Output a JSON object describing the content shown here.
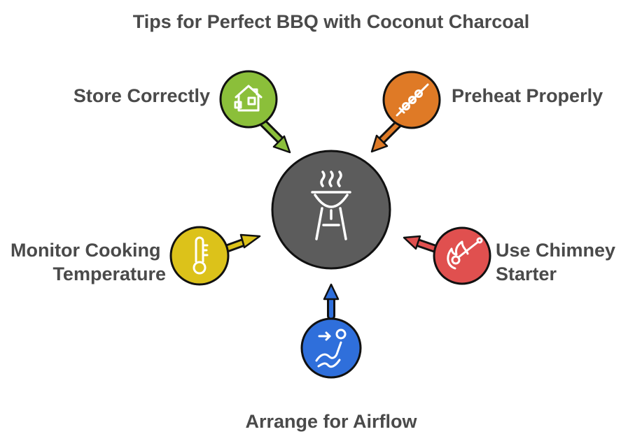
{
  "title": "Tips for Perfect BBQ with Coconut Charcoal",
  "center": {
    "icon": "grill-icon",
    "color": "#5c5c5c"
  },
  "tips": [
    {
      "id": "store",
      "label_lines": [
        "Store Correctly"
      ],
      "icon": "house-icon",
      "color": "#8bbf3a"
    },
    {
      "id": "preheat",
      "label_lines": [
        "Preheat Properly"
      ],
      "icon": "skewer-icon",
      "color": "#df7a26"
    },
    {
      "id": "monitor",
      "label_lines": [
        "Monitor Cooking",
        "Temperature"
      ],
      "icon": "thermometer-icon",
      "color": "#dcc21a"
    },
    {
      "id": "chimney",
      "label_lines": [
        "Use Chimney",
        "Starter"
      ],
      "icon": "fire-match-icon",
      "color": "#e0504f"
    },
    {
      "id": "airflow",
      "label_lines": [
        "Arrange for Airflow"
      ],
      "icon": "airflow-icon",
      "color": "#2f6fdb"
    }
  ]
}
